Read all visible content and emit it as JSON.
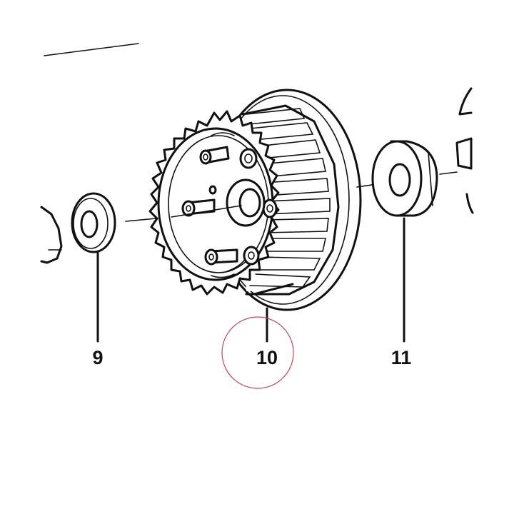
{
  "labels": {
    "part_9": "9",
    "part_10": "10",
    "part_11": "11"
  },
  "colors": {
    "line": "#111111",
    "highlight_circle": "#c44a56",
    "background": "#ffffff"
  }
}
